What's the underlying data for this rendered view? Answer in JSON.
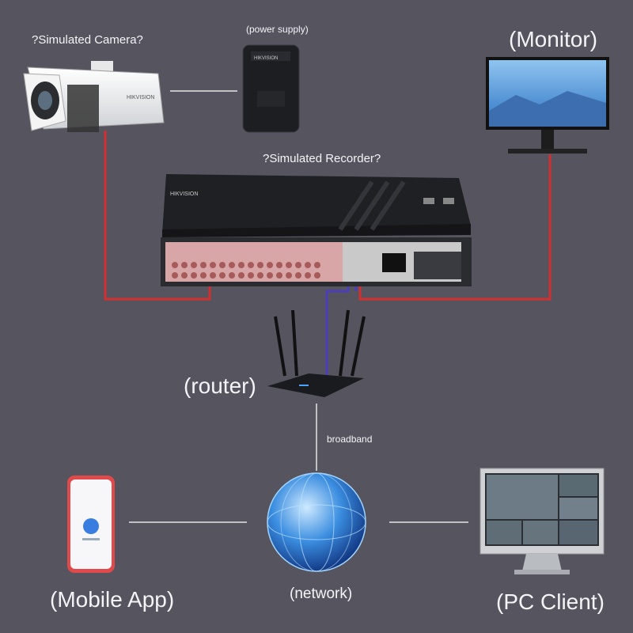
{
  "labels": {
    "camera": "?Simulated Camera?",
    "power_supply": "(power supply)",
    "monitor": "(Monitor)",
    "recorder": "?Simulated Recorder?",
    "router": "(router)",
    "broadband": "broadband",
    "mobile_app": "(Mobile App)",
    "network": "(network)",
    "pc_client": "(PC Client)"
  },
  "brand": {
    "camera_brand": "HIKVISION",
    "psu_brand": "HIKVISION",
    "recorder_brand": "HIKVISION"
  },
  "colors": {
    "background": "#56545f",
    "power_wire": "#d32f2f",
    "network_wire": "#4a3fb8",
    "link_line": "#e6e6e6"
  }
}
